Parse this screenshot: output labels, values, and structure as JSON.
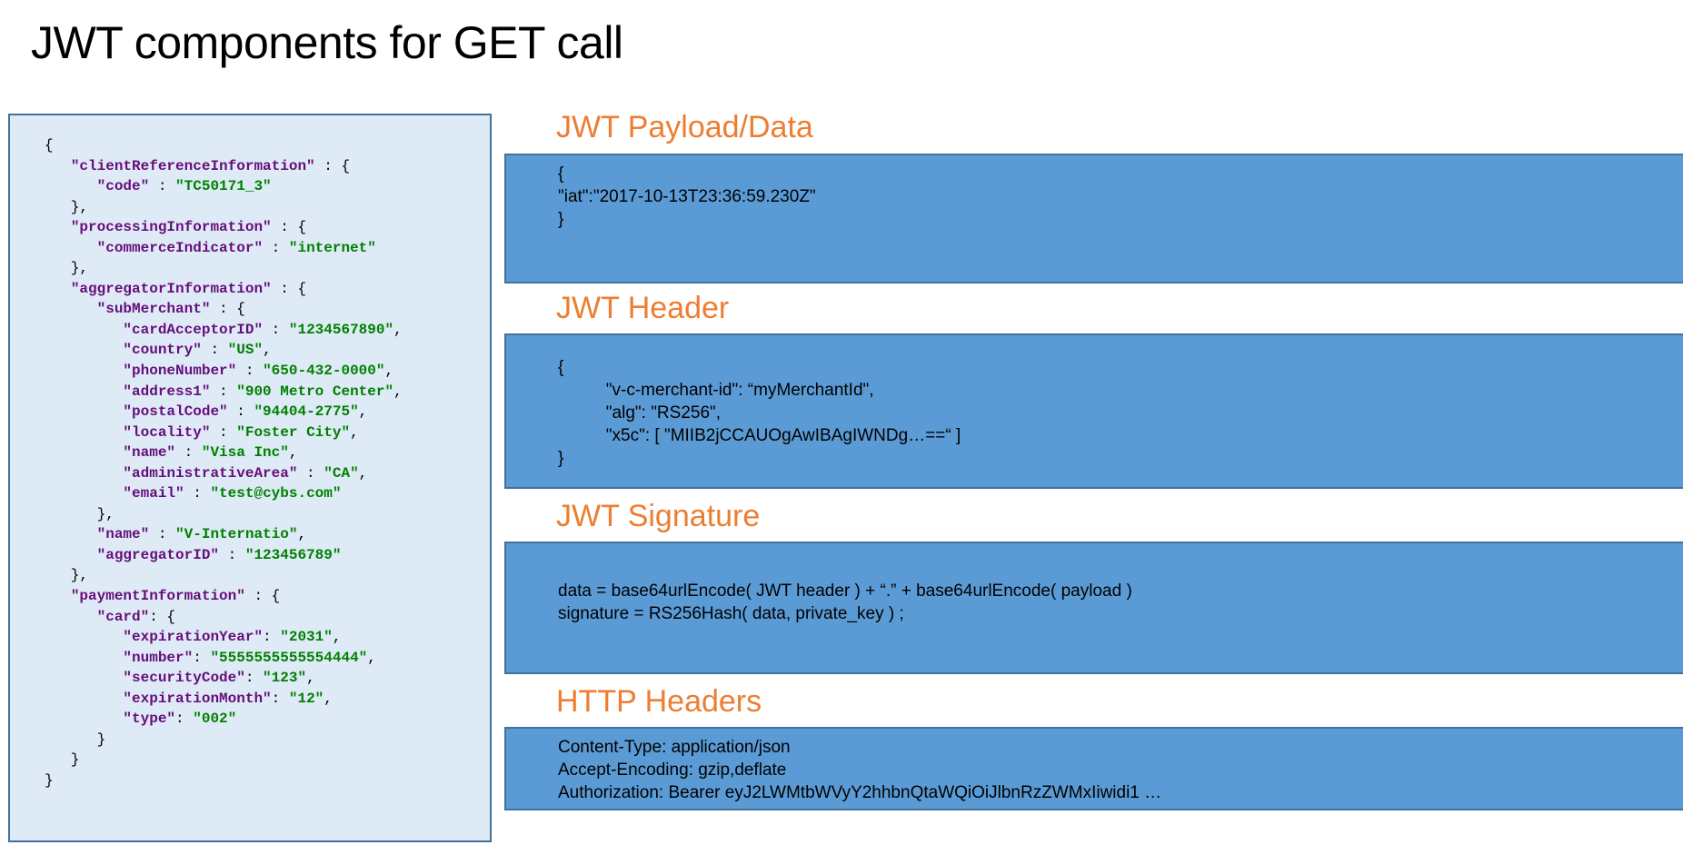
{
  "slide": {
    "title": "JWT components for GET call"
  },
  "json_lines": [
    [
      [
        "p",
        "{"
      ]
    ],
    [
      [
        "p",
        "   "
      ],
      [
        "k",
        "\"clientReferenceInformation\""
      ],
      [
        "p",
        " : {"
      ]
    ],
    [
      [
        "p",
        "      "
      ],
      [
        "k",
        "\"code\""
      ],
      [
        "p",
        " : "
      ],
      [
        "s",
        "\"TC50171_3\""
      ]
    ],
    [
      [
        "p",
        "   },"
      ]
    ],
    [
      [
        "p",
        "   "
      ],
      [
        "k",
        "\"processingInformation\""
      ],
      [
        "p",
        " : {"
      ]
    ],
    [
      [
        "p",
        "      "
      ],
      [
        "k",
        "\"commerceIndicator\""
      ],
      [
        "p",
        " : "
      ],
      [
        "s",
        "\"internet\""
      ]
    ],
    [
      [
        "p",
        "   },"
      ]
    ],
    [
      [
        "p",
        "   "
      ],
      [
        "k",
        "\"aggregatorInformation\""
      ],
      [
        "p",
        " : {"
      ]
    ],
    [
      [
        "p",
        "      "
      ],
      [
        "k",
        "\"subMerchant\""
      ],
      [
        "p",
        " : {"
      ]
    ],
    [
      [
        "p",
        "         "
      ],
      [
        "k",
        "\"cardAcceptorID\""
      ],
      [
        "p",
        " : "
      ],
      [
        "s",
        "\"1234567890\""
      ],
      [
        "p",
        ","
      ]
    ],
    [
      [
        "p",
        "         "
      ],
      [
        "k",
        "\"country\""
      ],
      [
        "p",
        " : "
      ],
      [
        "s",
        "\"US\""
      ],
      [
        "p",
        ","
      ]
    ],
    [
      [
        "p",
        "         "
      ],
      [
        "k",
        "\"phoneNumber\""
      ],
      [
        "p",
        " : "
      ],
      [
        "s",
        "\"650-432-0000\""
      ],
      [
        "p",
        ","
      ]
    ],
    [
      [
        "p",
        "         "
      ],
      [
        "k",
        "\"address1\""
      ],
      [
        "p",
        " : "
      ],
      [
        "s",
        "\"900 Metro Center\""
      ],
      [
        "p",
        ","
      ]
    ],
    [
      [
        "p",
        "         "
      ],
      [
        "k",
        "\"postalCode\""
      ],
      [
        "p",
        " : "
      ],
      [
        "s",
        "\"94404-2775\""
      ],
      [
        "p",
        ","
      ]
    ],
    [
      [
        "p",
        "         "
      ],
      [
        "k",
        "\"locality\""
      ],
      [
        "p",
        " : "
      ],
      [
        "s",
        "\"Foster City\""
      ],
      [
        "p",
        ","
      ]
    ],
    [
      [
        "p",
        "         "
      ],
      [
        "k",
        "\"name\""
      ],
      [
        "p",
        " : "
      ],
      [
        "s",
        "\"Visa Inc\""
      ],
      [
        "p",
        ","
      ]
    ],
    [
      [
        "p",
        "         "
      ],
      [
        "k",
        "\"administrativeArea\""
      ],
      [
        "p",
        " : "
      ],
      [
        "s",
        "\"CA\""
      ],
      [
        "p",
        ","
      ]
    ],
    [
      [
        "p",
        "         "
      ],
      [
        "k",
        "\"email\""
      ],
      [
        "p",
        " : "
      ],
      [
        "s",
        "\"test@cybs.com\""
      ]
    ],
    [
      [
        "p",
        "      },"
      ]
    ],
    [
      [
        "p",
        "      "
      ],
      [
        "k",
        "\"name\""
      ],
      [
        "p",
        " : "
      ],
      [
        "s",
        "\"V-Internatio\""
      ],
      [
        "p",
        ","
      ]
    ],
    [
      [
        "p",
        "      "
      ],
      [
        "k",
        "\"aggregatorID\""
      ],
      [
        "p",
        " : "
      ],
      [
        "s",
        "\"123456789\""
      ]
    ],
    [
      [
        "p",
        "   },"
      ]
    ],
    [
      [
        "p",
        "   "
      ],
      [
        "k",
        "\"paymentInformation\""
      ],
      [
        "p",
        " : {"
      ]
    ],
    [
      [
        "p",
        "      "
      ],
      [
        "k",
        "\"card\""
      ],
      [
        "p",
        ": {"
      ]
    ],
    [
      [
        "p",
        "         "
      ],
      [
        "k",
        "\"expirationYear\""
      ],
      [
        "p",
        ": "
      ],
      [
        "s",
        "\"2031\""
      ],
      [
        "p",
        ","
      ]
    ],
    [
      [
        "p",
        "         "
      ],
      [
        "k",
        "\"number\""
      ],
      [
        "p",
        ": "
      ],
      [
        "s",
        "\"5555555555554444\""
      ],
      [
        "p",
        ","
      ]
    ],
    [
      [
        "p",
        "         "
      ],
      [
        "k",
        "\"securityCode\""
      ],
      [
        "p",
        ": "
      ],
      [
        "s",
        "\"123\""
      ],
      [
        "p",
        ","
      ]
    ],
    [
      [
        "p",
        "         "
      ],
      [
        "k",
        "\"expirationMonth\""
      ],
      [
        "p",
        ": "
      ],
      [
        "s",
        "\"12\""
      ],
      [
        "p",
        ","
      ]
    ],
    [
      [
        "p",
        "         "
      ],
      [
        "k",
        "\"type\""
      ],
      [
        "p",
        ": "
      ],
      [
        "s",
        "\"002\""
      ]
    ],
    [
      [
        "p",
        "      }"
      ]
    ],
    [
      [
        "p",
        "   }"
      ]
    ],
    [
      [
        "p",
        "}"
      ]
    ]
  ],
  "payload": {
    "heading": "JWT Payload/Data",
    "lines": [
      "{",
      "\"iat\":\"2017-10-13T23:36:59.230Z\"",
      "}"
    ]
  },
  "header": {
    "heading": "JWT Header",
    "lines": [
      "{",
      "          \"v-c-merchant-id\": “myMerchantId\",",
      "          \"alg\": \"RS256\",",
      "          \"x5c\": [ \"MIIB2jCCAUOgAwIBAgIWNDg…==“ ]",
      "}"
    ]
  },
  "signature": {
    "heading": "JWT Signature",
    "lines": [
      "data = base64urlEncode( JWT header ) + “.” + base64urlEncode( payload )",
      "signature = RS256Hash( data, private_key ) ;"
    ]
  },
  "http_headers": {
    "heading": "HTTP Headers",
    "lines": [
      "Content-Type: application/json",
      "Accept-Encoding: gzip,deflate",
      "Authorization: Bearer eyJ2LWMtbWVyY2hhbnQtaWQiOiJlbnRzZWMxIiwidi1 …"
    ]
  },
  "colors": {
    "heading": "#ed7d31",
    "box_fill": "#5b9bd5",
    "box_border": "#41719c",
    "json_panel_fill": "#deeaf6",
    "json_key": "#660e7a",
    "json_string": "#008000"
  }
}
